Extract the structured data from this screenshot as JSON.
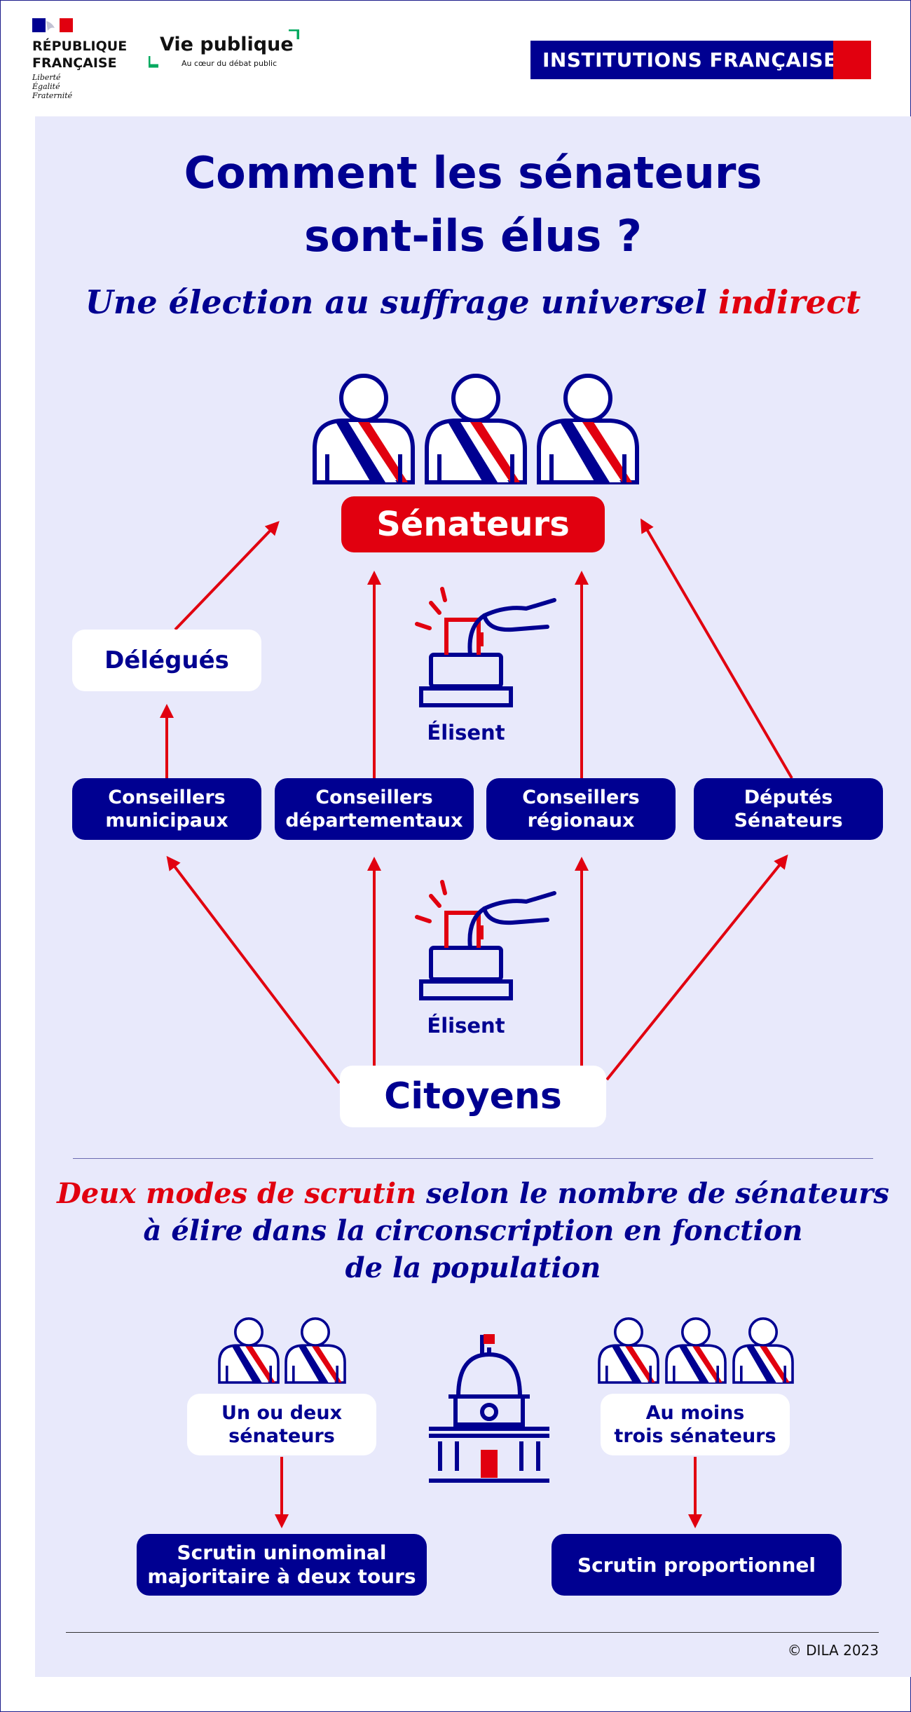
{
  "header": {
    "rf_name_line1": "RÉPUBLIQUE",
    "rf_name_line2": "FRANÇAISE",
    "rf_motto1": "Liberté",
    "rf_motto2": "Égalité",
    "rf_motto3": "Fraternité",
    "vp_title": "Vie publique",
    "vp_subtitle": "Au cœur du débat public",
    "section": "INSTITUTIONS FRANÇAISES"
  },
  "title_line1": "Comment les sénateurs",
  "title_line2": "sont-ils élus ?",
  "subtitle_main": "Une élection au suffrage universel ",
  "subtitle_accent": "indirect",
  "diagram": {
    "senateurs": "Sénateurs",
    "delegues": "Délégués",
    "elisent_top": "Élisent",
    "elisent_bottom": "Élisent",
    "citoyens": "Citoyens",
    "groups": [
      {
        "line1": "Conseillers",
        "line2": "municipaux"
      },
      {
        "line1": "Conseillers",
        "line2": "départementaux"
      },
      {
        "line1": "Conseillers",
        "line2": "régionaux"
      },
      {
        "line1": "Députés",
        "line2": "Sénateurs"
      }
    ]
  },
  "bottom": {
    "title_accent": "Deux modes de scrutin",
    "title_rest1": " selon le nombre de sénateurs",
    "title_line2": "à élire dans la circonscription en fonction",
    "title_line3": "de la population",
    "left_label1": "Un ou deux",
    "left_label2": "sénateurs",
    "right_label1": "Au moins",
    "right_label2": "trois sénateurs",
    "left_result1": "Scrutin uninominal",
    "left_result2": "majoritaire à deux tours",
    "right_result": "Scrutin proportionnel"
  },
  "copyright": "© DILA 2023",
  "colors": {
    "blue": "#000091",
    "red": "#e1000f",
    "panel": "#e8e9fb"
  }
}
